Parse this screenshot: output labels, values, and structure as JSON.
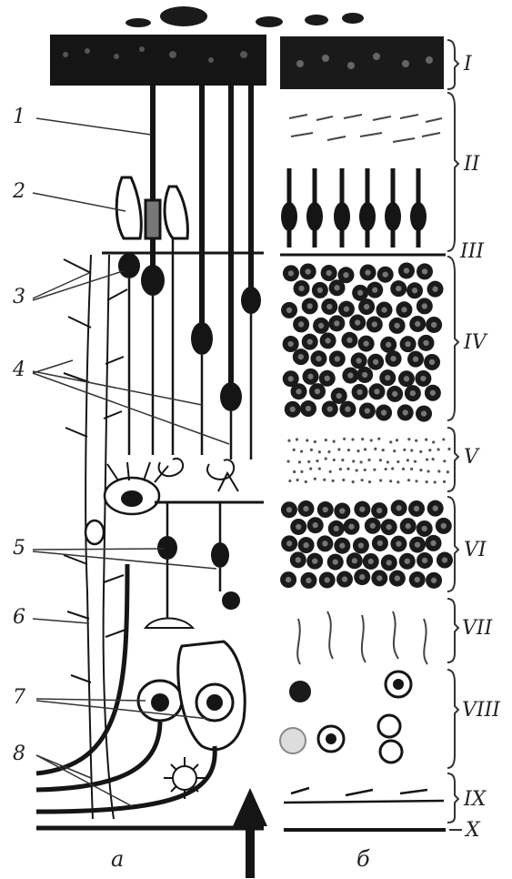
{
  "left_labels": [
    "1",
    "2",
    "3",
    "4",
    "5",
    "6",
    "7",
    "8"
  ],
  "layer_labels": [
    "I",
    "II",
    "III",
    "IV",
    "V",
    "VI",
    "VII",
    "VIII",
    "IX",
    "X"
  ],
  "panel_labels": {
    "left": "а",
    "right": "б"
  },
  "colors": {
    "ink": "#141414",
    "paper": "#ffffff",
    "label": "#222222"
  }
}
